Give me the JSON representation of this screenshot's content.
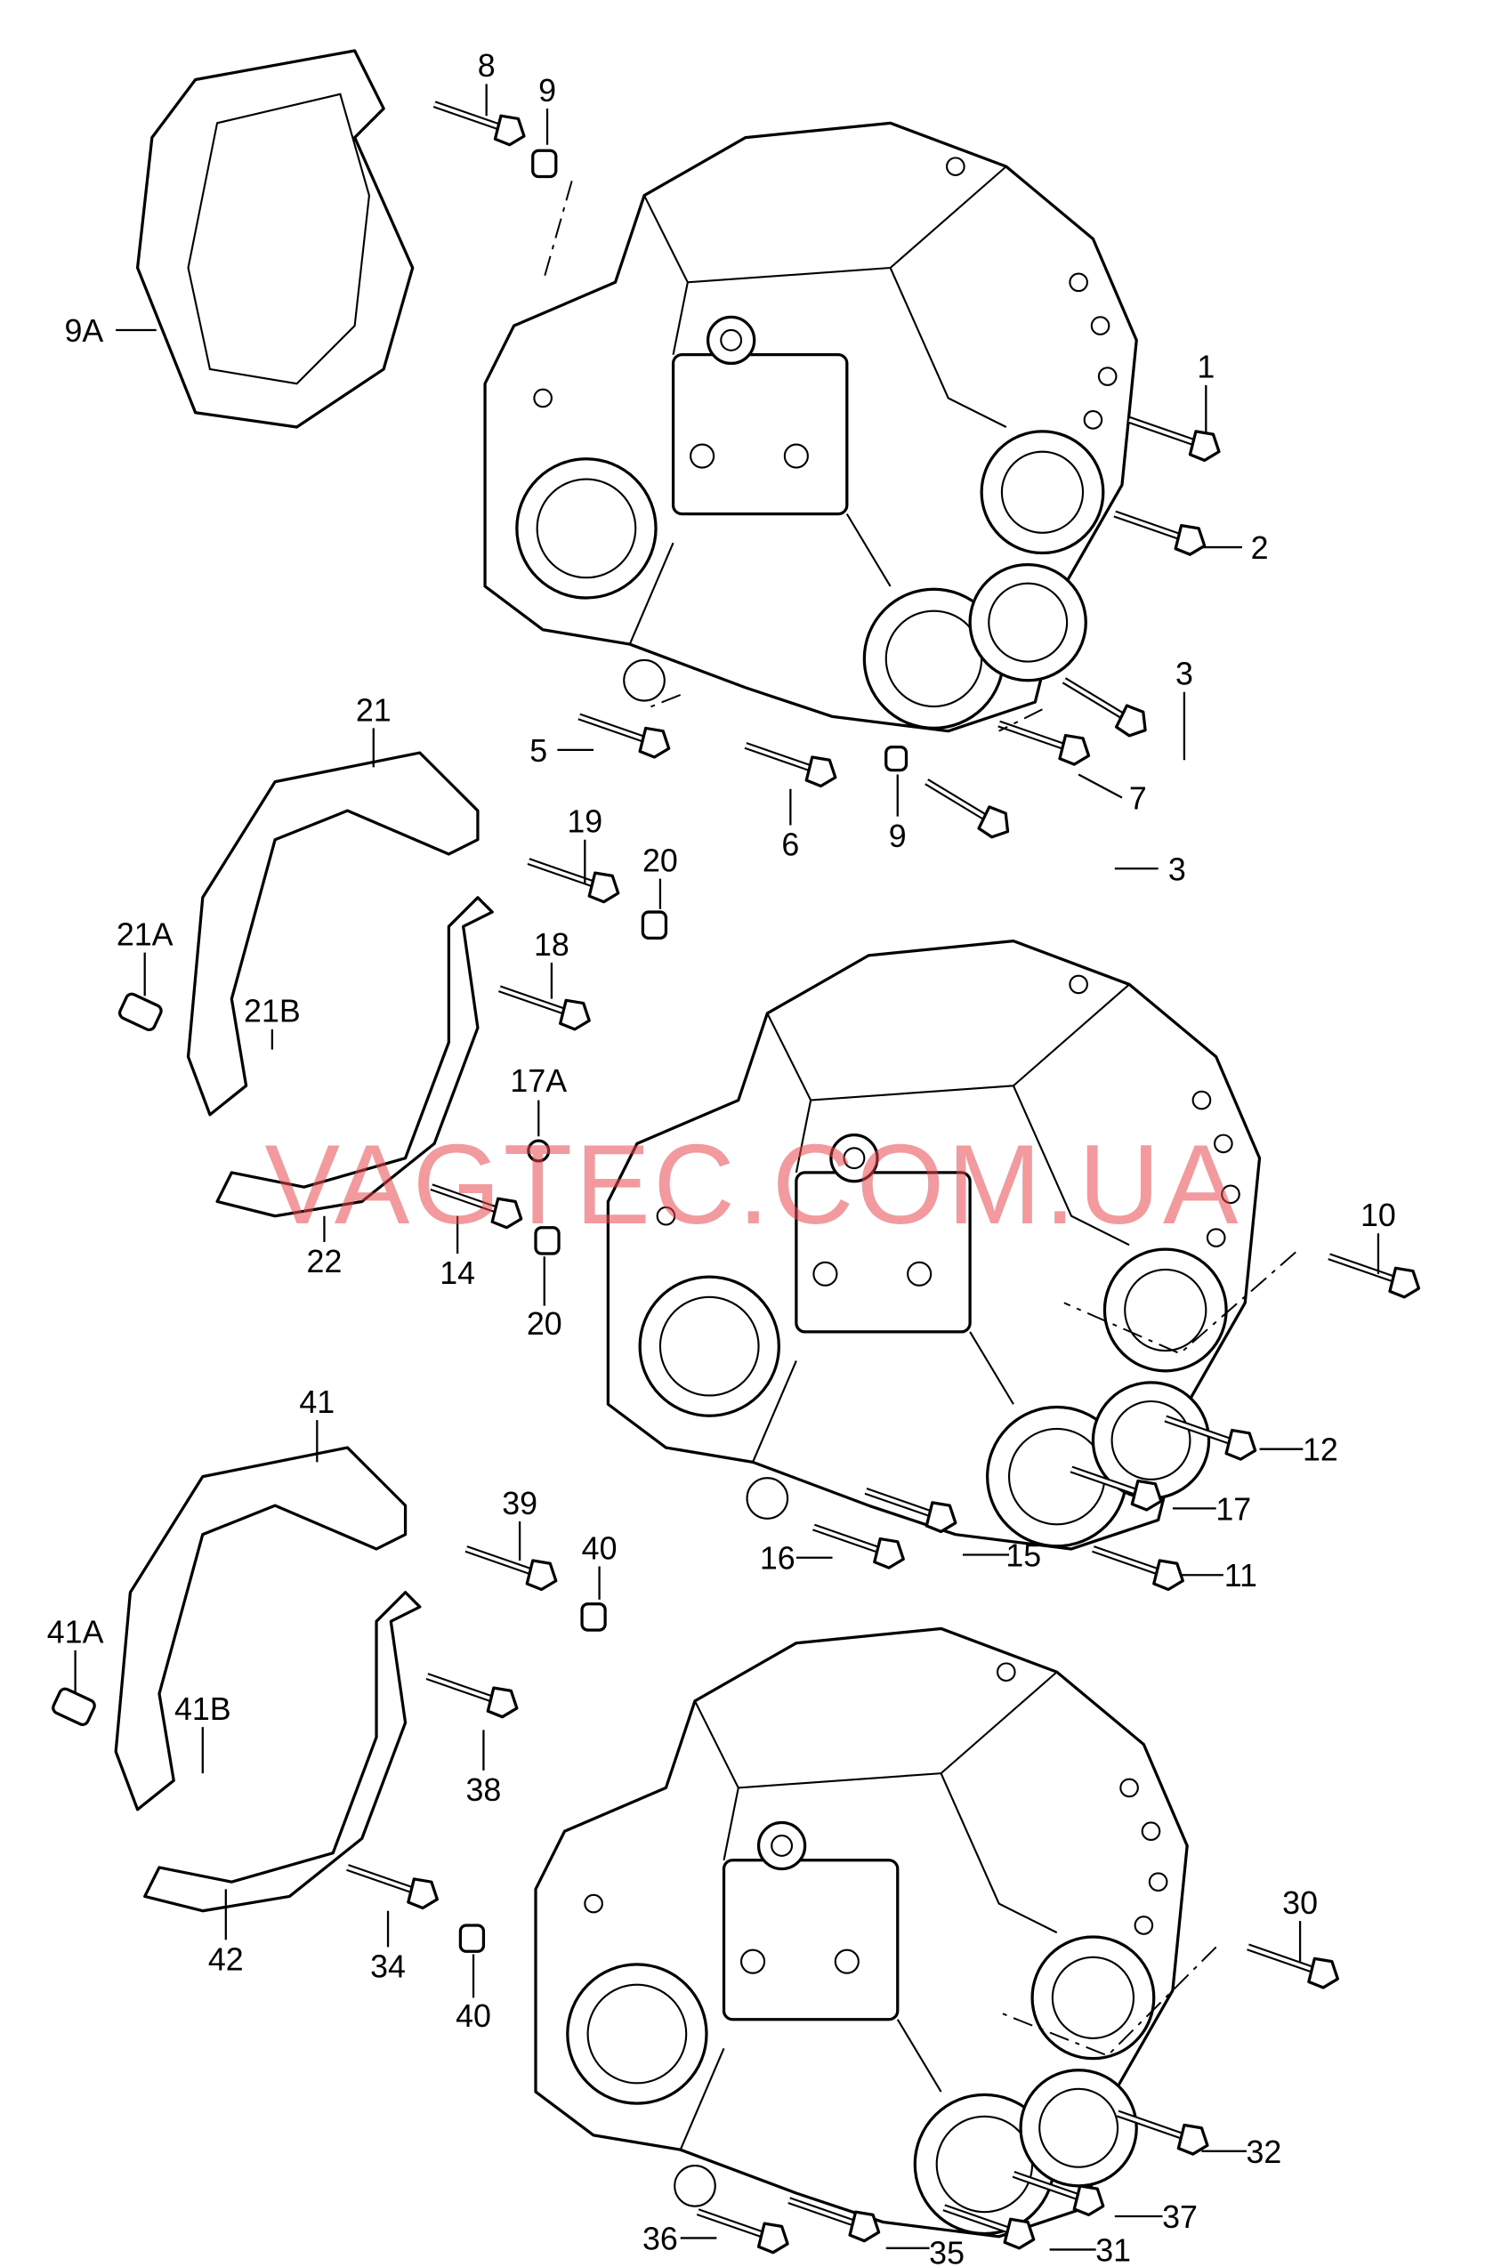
{
  "watermark": "VAGTEC.COM.UA",
  "labels": {
    "p8": "8",
    "p9a": "9",
    "p9A": "9A",
    "p1": "1",
    "p2": "2",
    "p3a": "3",
    "p5": "5",
    "p6": "6",
    "p9b": "9",
    "p7": "7",
    "p3b": "3",
    "p21": "21",
    "p19": "19",
    "p20a": "20",
    "p18": "18",
    "p21A": "21A",
    "p21B": "21B",
    "p17A": "17A",
    "p10": "10",
    "p22": "22",
    "p14": "14",
    "p20b": "20",
    "p12": "12",
    "p17": "17",
    "p15": "15",
    "p16": "16",
    "p11": "11",
    "p41": "41",
    "p39": "39",
    "p40a": "40",
    "p41A": "41A",
    "p41B": "41B",
    "p38": "38",
    "p30": "30",
    "p42": "42",
    "p34": "34",
    "p40b": "40",
    "p32": "32",
    "p37": "37",
    "p36": "36",
    "p35": "35",
    "p31": "31"
  }
}
